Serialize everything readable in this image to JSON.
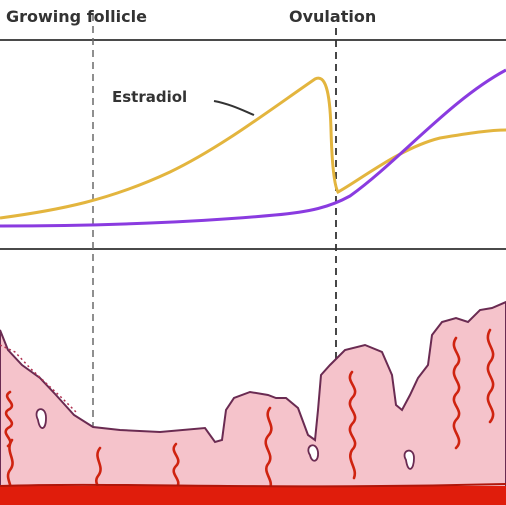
{
  "header": {
    "phase_left": "Growing follicle",
    "phase_right": "Ovulation"
  },
  "hormone_panel": {
    "curve_labels": {
      "estradiol": "Estradiol"
    }
  },
  "colors": {
    "estradiol": "#e3b53e",
    "second_hormone": "#8a3be0",
    "endometrium_fill": "#f5c3cb",
    "endometrium_outline": "#6a2b52",
    "spiral_arteries": "#cf2310",
    "basal_layer": "#e01d0c",
    "divider": "#555555"
  },
  "icons": [
    "leader-line",
    "spiral-artery",
    "gland"
  ]
}
